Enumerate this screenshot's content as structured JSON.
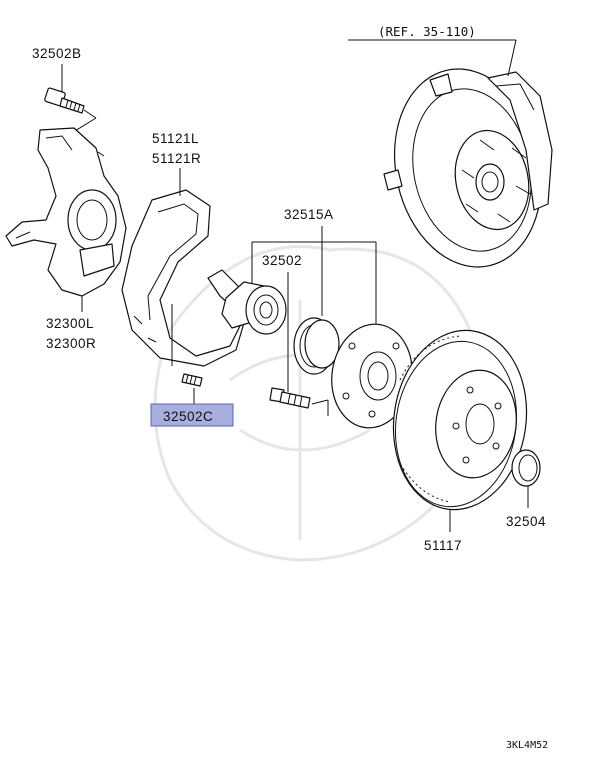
{
  "labels": {
    "ref": "(REF. 35-110)",
    "bolt_b": "32502B",
    "shield_l": "51121L",
    "shield_r": "51121R",
    "knuckle_l": "32300L",
    "knuckle_r": "32300R",
    "bearing_kit": "32515A",
    "seal": "32502",
    "bolt_c": "32502C",
    "rotor": "51117",
    "cap": "32504",
    "diagram_code": "3KL4M52"
  },
  "colors": {
    "highlight_fill": "#a9aee0",
    "highlight_border": "#5c63b0",
    "line": "#111111",
    "watermark": "#e6e6e6"
  }
}
